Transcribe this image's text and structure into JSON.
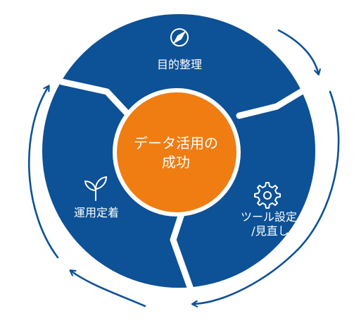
{
  "center": {
    "line1": "データ活用の",
    "line2": "成功"
  },
  "segments": [
    {
      "label_lines": [
        "目的整理"
      ],
      "icon": "compass-icon"
    },
    {
      "label_lines": [
        "ツール設定",
        "/見直し"
      ],
      "icon": "gear-icon"
    },
    {
      "label_lines": [
        "運用定着"
      ],
      "icon": "sprout-icon"
    }
  ],
  "colors": {
    "ring": "#0d5196",
    "center": "#ef7d12",
    "arrows": "#0d5196",
    "text": "#ffffff",
    "divider": "#ffffff"
  }
}
